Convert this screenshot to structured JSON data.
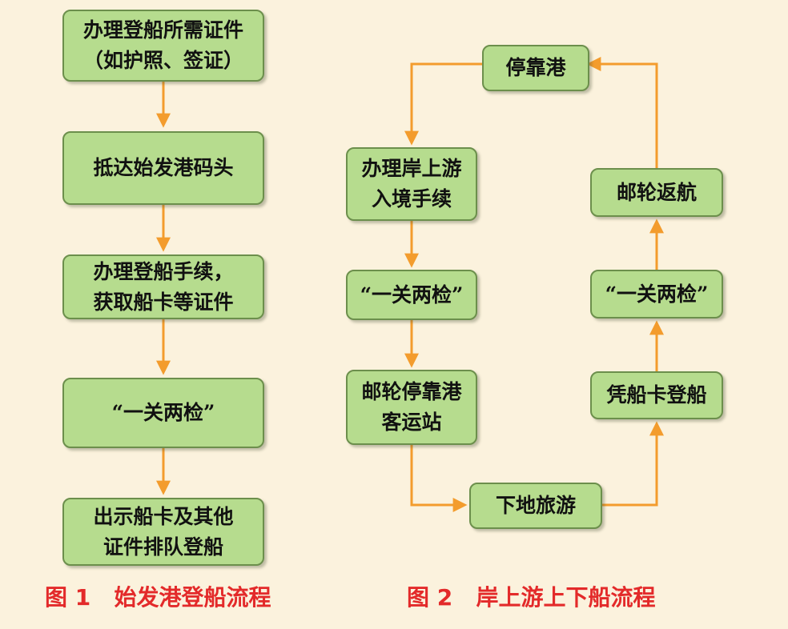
{
  "figure1": {
    "caption": "图 1   始发港登船流程",
    "steps": [
      "办理登船所需证件\n（如护照、签证）",
      "抵达始发港码头",
      "办理登船手续，\n获取船卡等证件",
      "“一关两检”",
      "出示船卡及其他\n证件排队登船"
    ]
  },
  "figure2": {
    "caption": "图 2   岸上游上下船流程",
    "nodes": {
      "port": "停靠港",
      "entry": "办理岸上游\n入境手续",
      "inspect_left": "“一关两检”",
      "terminal": "邮轮停靠港\n客运站",
      "tour": "下地旅游",
      "board": "凭船卡登船",
      "inspect_right": "“一关两检”",
      "return": "邮轮返航"
    }
  },
  "colors": {
    "box_fill": "#b6dc8e",
    "box_border": "#6c8f4c",
    "arrow": "#f39c2d",
    "caption": "#e32a2a",
    "background": "#fbf2dd"
  }
}
